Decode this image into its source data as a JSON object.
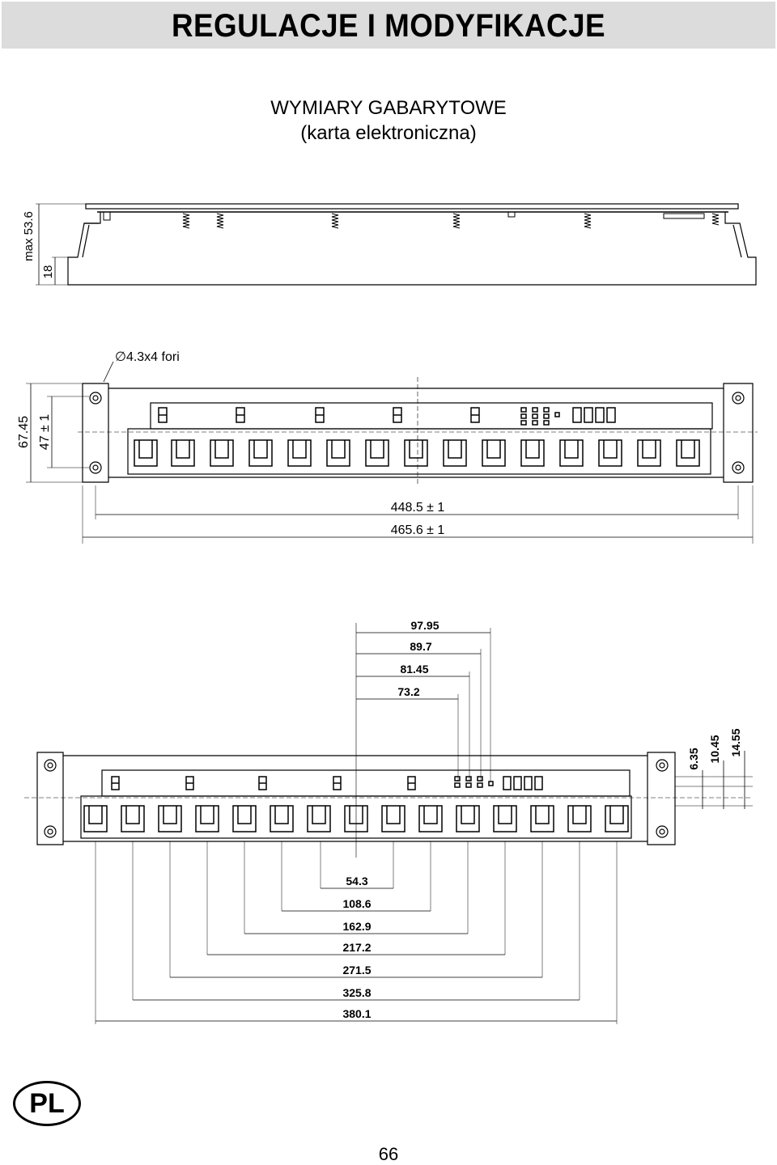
{
  "header": {
    "title": "REGULACJE I MODYFIKACJE"
  },
  "section": {
    "title_line1": "WYMIARY GABARYTOWE",
    "title_line2": "(karta elektroniczna)"
  },
  "side_view": {
    "dim_height": "max 53.6",
    "dim_base": "18"
  },
  "top_view": {
    "holes_label": "∅4.3x4 fori",
    "dim_height_outer": "67.45",
    "dim_height_inner": "47 ± 1",
    "dim_width_inner": "448.5 ± 1",
    "dim_width_outer": "465.6 ± 1"
  },
  "detail_view": {
    "top_dims": [
      "97.95",
      "89.7",
      "81.45",
      "73.2"
    ],
    "right_dims": [
      "6.35",
      "10.45",
      "14.55"
    ],
    "bottom_dims": [
      "54.3",
      "108.6",
      "162.9",
      "217.2",
      "271.5",
      "325.8",
      "380.1"
    ]
  },
  "badge": {
    "language": "PL"
  },
  "footer": {
    "page_number": "66"
  }
}
